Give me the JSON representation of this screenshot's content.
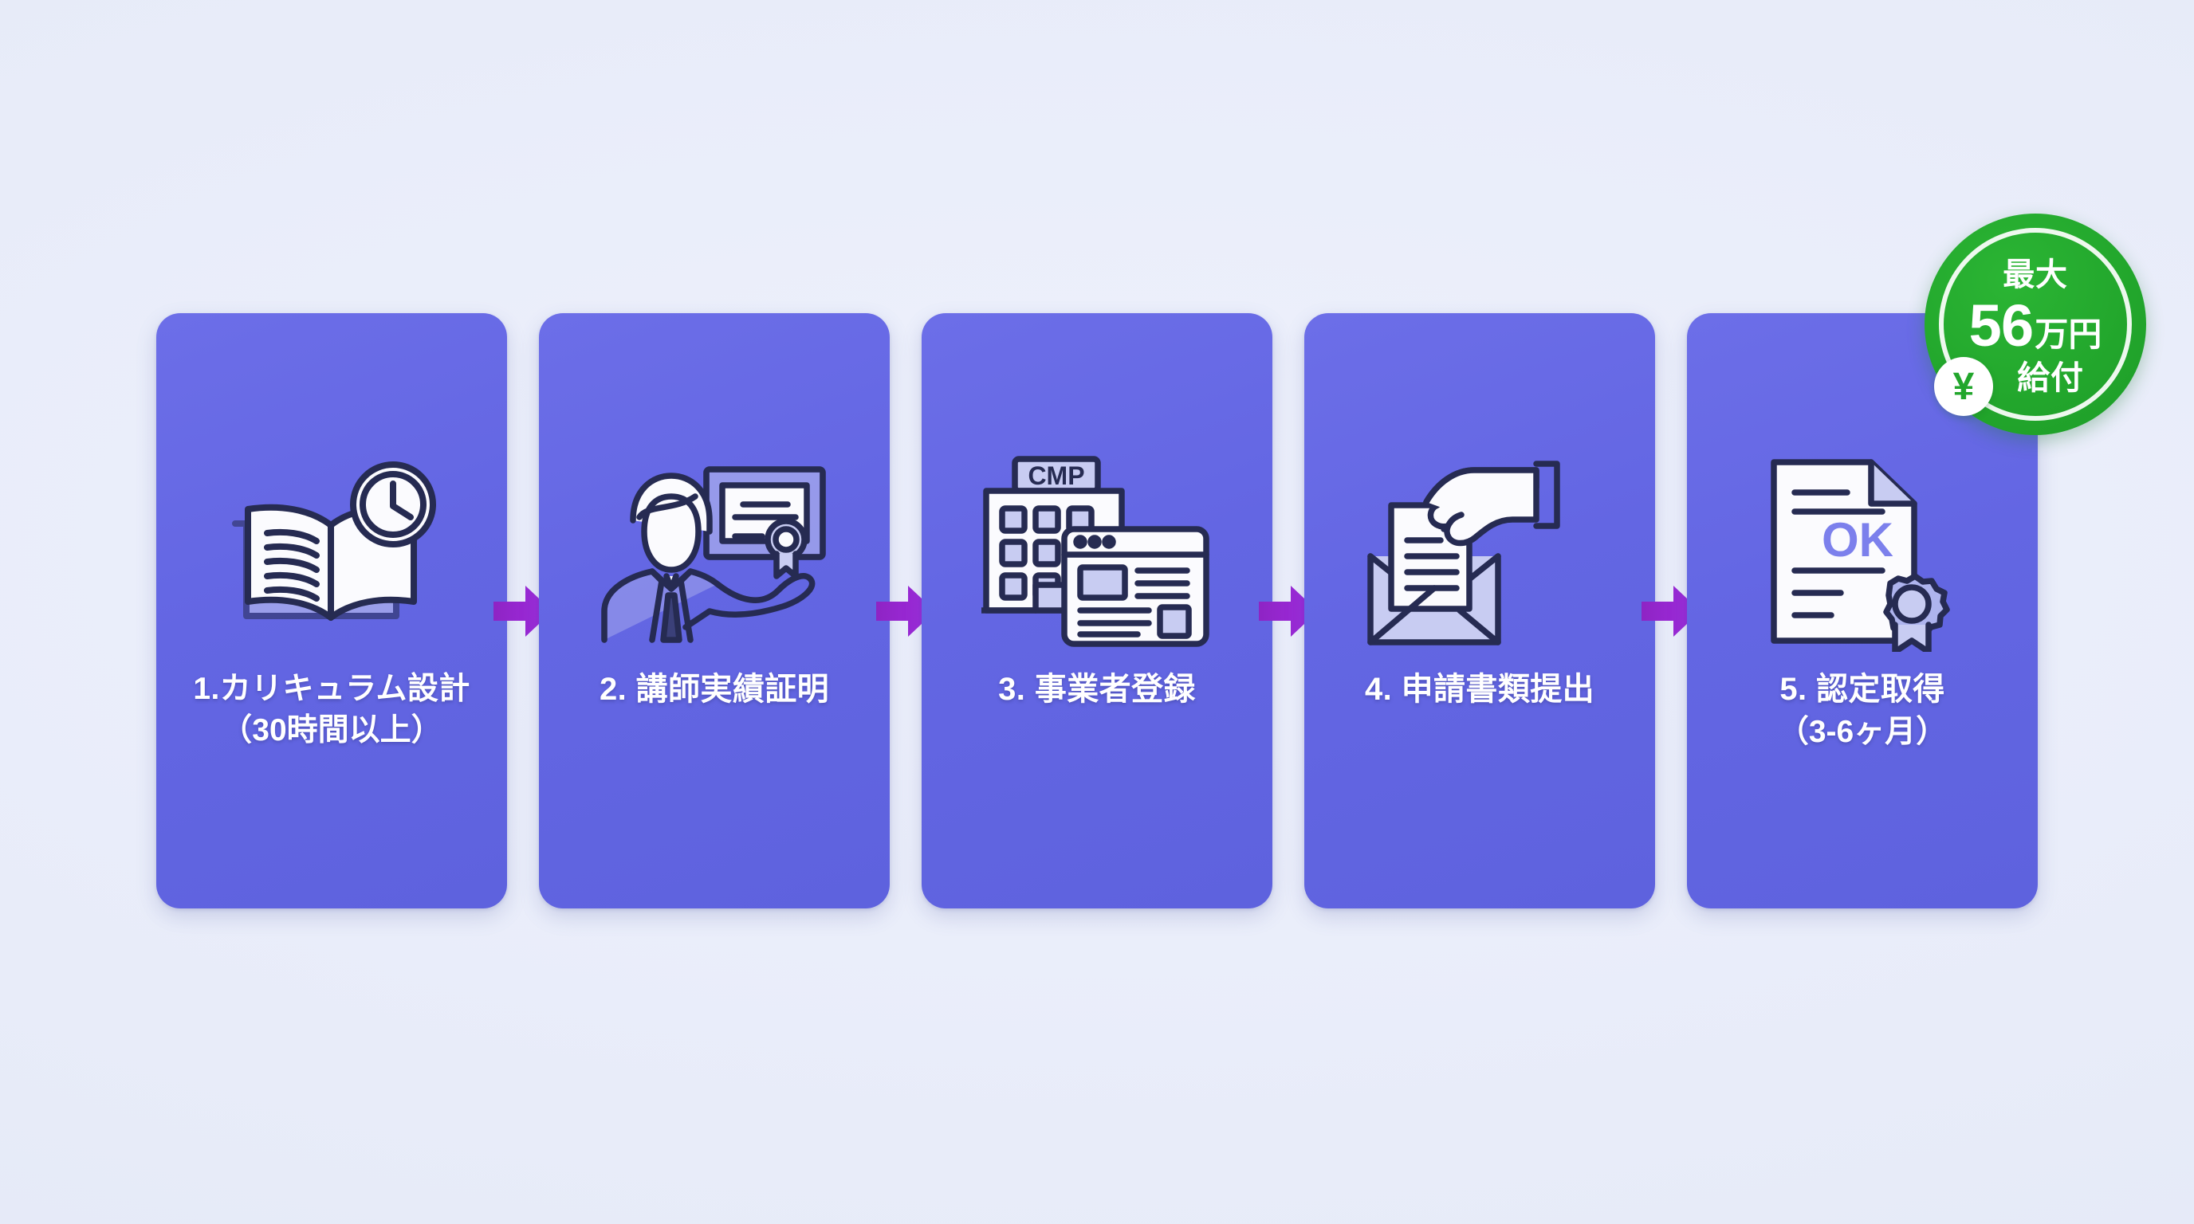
{
  "theme": {
    "background": "#E9ECFA",
    "card_color": "#6366E3",
    "card_text": "#FFFFFF",
    "arrow_color": "#9B27D4",
    "badge_green": "#22A62C",
    "icon_stroke": "#262B52",
    "icon_fill": "#FBFBFE",
    "icon_accent": "#AEB4EE"
  },
  "flow": {
    "steps": [
      {
        "icon": "open-book-clock-icon",
        "label_main": "1.カリキュラム設計",
        "label_sub": "（30時間以上）"
      },
      {
        "icon": "instructor-certificate-icon",
        "label_main": "2. 講師実績証明",
        "label_sub": ""
      },
      {
        "icon": "company-building-browser-icon",
        "label_main": "3. 事業者登録",
        "label_sub": "",
        "building_sign": "CMP"
      },
      {
        "icon": "hand-envelope-document-icon",
        "label_main": "4. 申請書類提出",
        "label_sub": ""
      },
      {
        "icon": "approved-document-seal-icon",
        "label_main": "5. 認定取得",
        "label_sub": "（3-6ヶ月）",
        "document_stamp": "OK"
      }
    ],
    "arrows": [
      {
        "name": "arrow-step1-to-step2"
      },
      {
        "name": "arrow-step2-to-step3"
      },
      {
        "name": "arrow-step3-to-step4"
      },
      {
        "name": "arrow-step4-to-step5"
      }
    ]
  },
  "badge": {
    "top_text": "最大",
    "amount": "56",
    "amount_unit": "万円",
    "bottom_text": "給付",
    "currency_symbol": "¥"
  }
}
